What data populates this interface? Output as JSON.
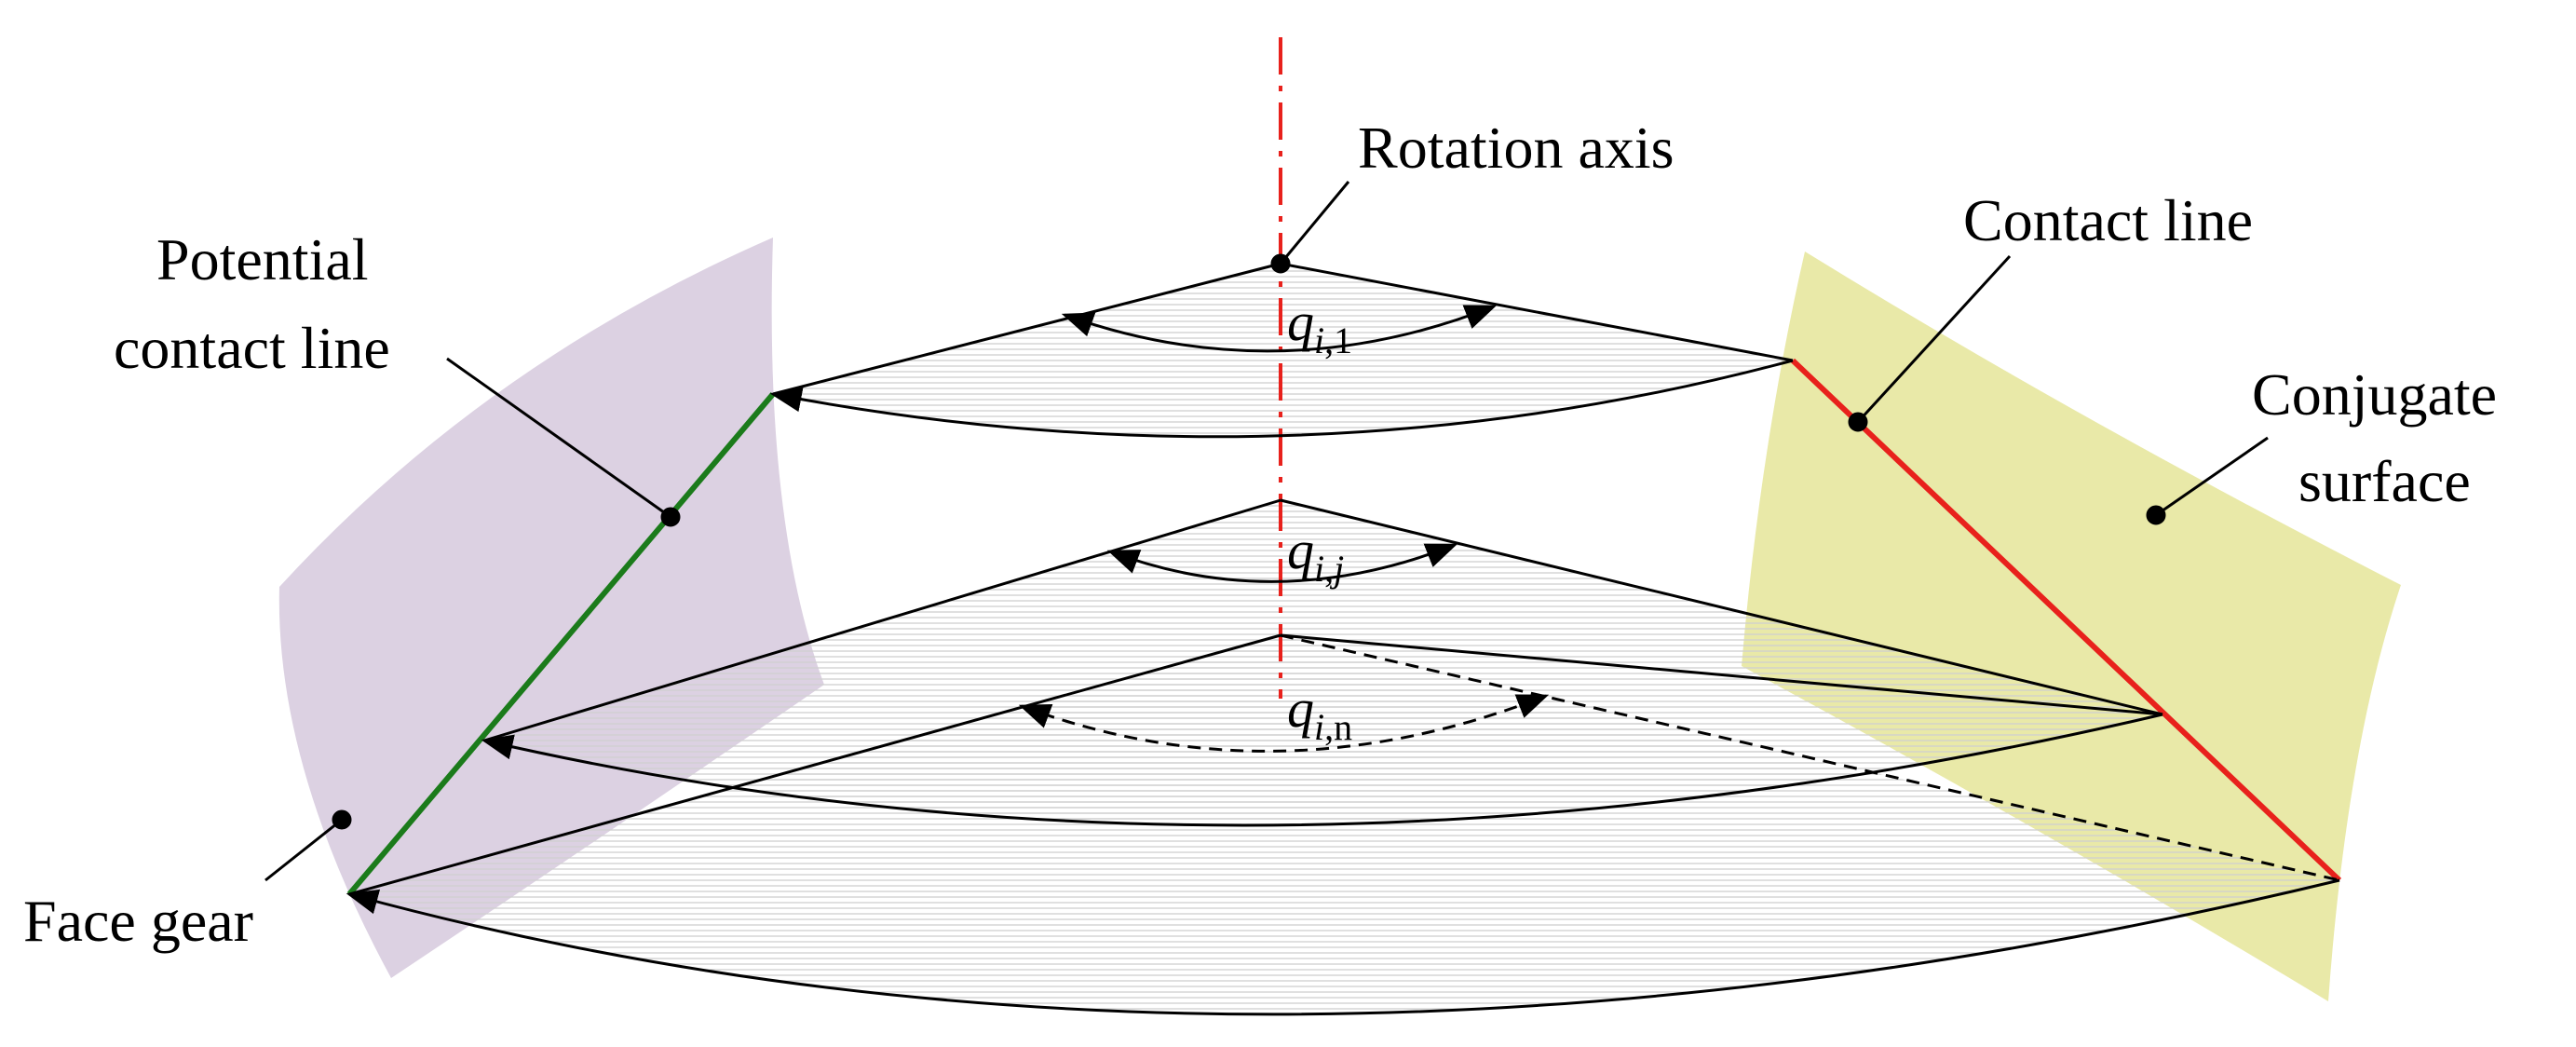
{
  "labels": {
    "rotation_axis": "Rotation axis",
    "contact_line": "Contact line",
    "potential_line1": "Potential",
    "potential_line2": "contact line",
    "conjugate_line1": "Conjugate",
    "conjugate_line2": "surface",
    "face_gear": "Face gear"
  },
  "angles": {
    "first": {
      "base": "q",
      "sub_italic": "i",
      "sub_sep": ",",
      "sub_index": "1"
    },
    "middle": {
      "base": "q",
      "sub_italic": "i",
      "sub_sep": ",",
      "sub_index_italic": "j"
    },
    "last": {
      "base": "q",
      "sub_italic": "i",
      "sub_sep": ",",
      "sub_index": "n"
    }
  },
  "colors": {
    "face_gear_surface": "#dcd1e2",
    "conjugate_surface": "#e9e9a8",
    "potential_contact_line": "#1b7b1b",
    "contact_line": "#e8211c",
    "rotation_axis": "#e8211c",
    "stroke": "#000000"
  }
}
